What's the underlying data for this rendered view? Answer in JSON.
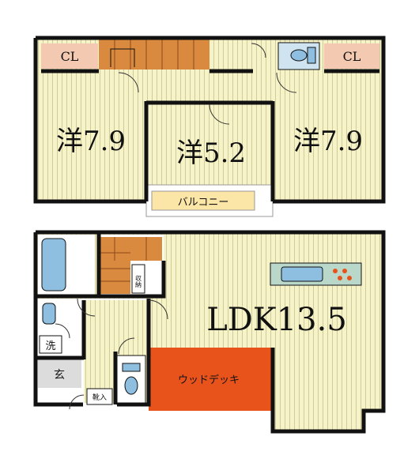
{
  "colors": {
    "floor": "#f6f3c8",
    "stripe": "#cfcc9a",
    "wall": "#111111",
    "stairs": "#d98a3f",
    "closet": "#f3c9b2",
    "deck": "#e8531c",
    "balcony": "#fbe6a8",
    "wet": "#cfe3f1",
    "fixture": "#8fbfe0",
    "entry": "#dcdcdc"
  },
  "upper": {
    "cl_left": "CL",
    "cl_right": "CL",
    "room_left": "洋7.9",
    "room_center": "洋5.2",
    "room_right": "洋7.9",
    "balcony": "バルコニー"
  },
  "lower": {
    "ldk": "LDK13.5",
    "wood_deck": "ウッドデッキ",
    "entrance": "玄",
    "washroom": "洗",
    "storage": "収納",
    "shoe_storage": "靴入"
  }
}
